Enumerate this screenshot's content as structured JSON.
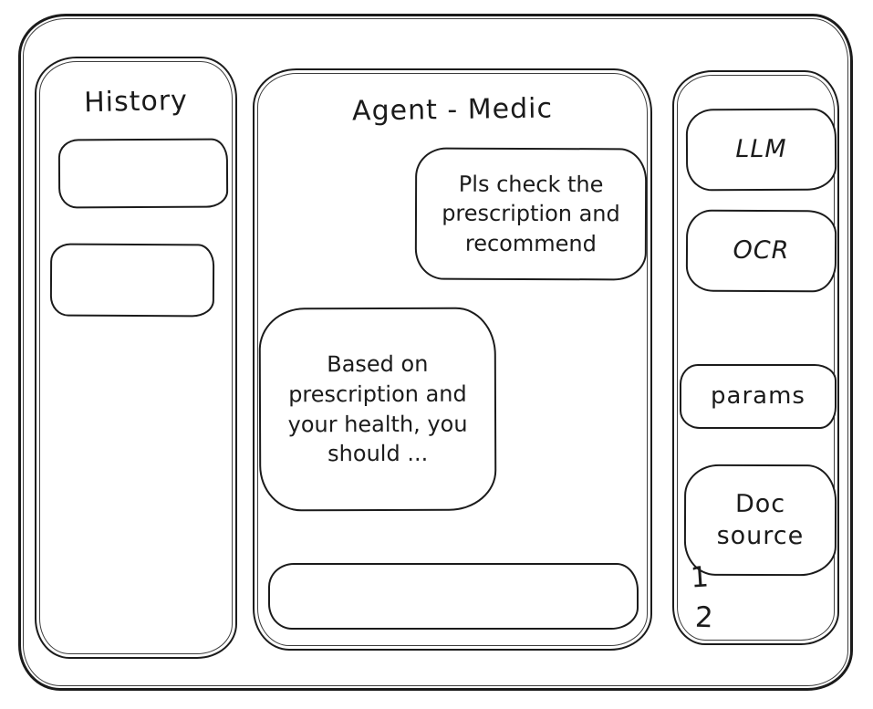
{
  "history_panel": {
    "title": "History",
    "items": [
      {
        "label": ""
      },
      {
        "label": ""
      }
    ]
  },
  "chat_panel": {
    "title": "Agent - Medic",
    "messages": [
      {
        "role": "user",
        "text": "Pls check the prescription and recommend"
      },
      {
        "role": "agent",
        "text": "Based on prescription and your health, you should ..."
      }
    ],
    "input": {
      "value": "",
      "placeholder": ""
    }
  },
  "tools_panel": {
    "buttons": [
      {
        "label": "LLM"
      },
      {
        "label": "OCR"
      },
      {
        "label": "params"
      },
      {
        "label": "Doc source"
      }
    ],
    "doc_source_items": [
      "1",
      "2"
    ]
  },
  "colors": {
    "ink": "#1b1b1b",
    "background": "#ffffff"
  }
}
